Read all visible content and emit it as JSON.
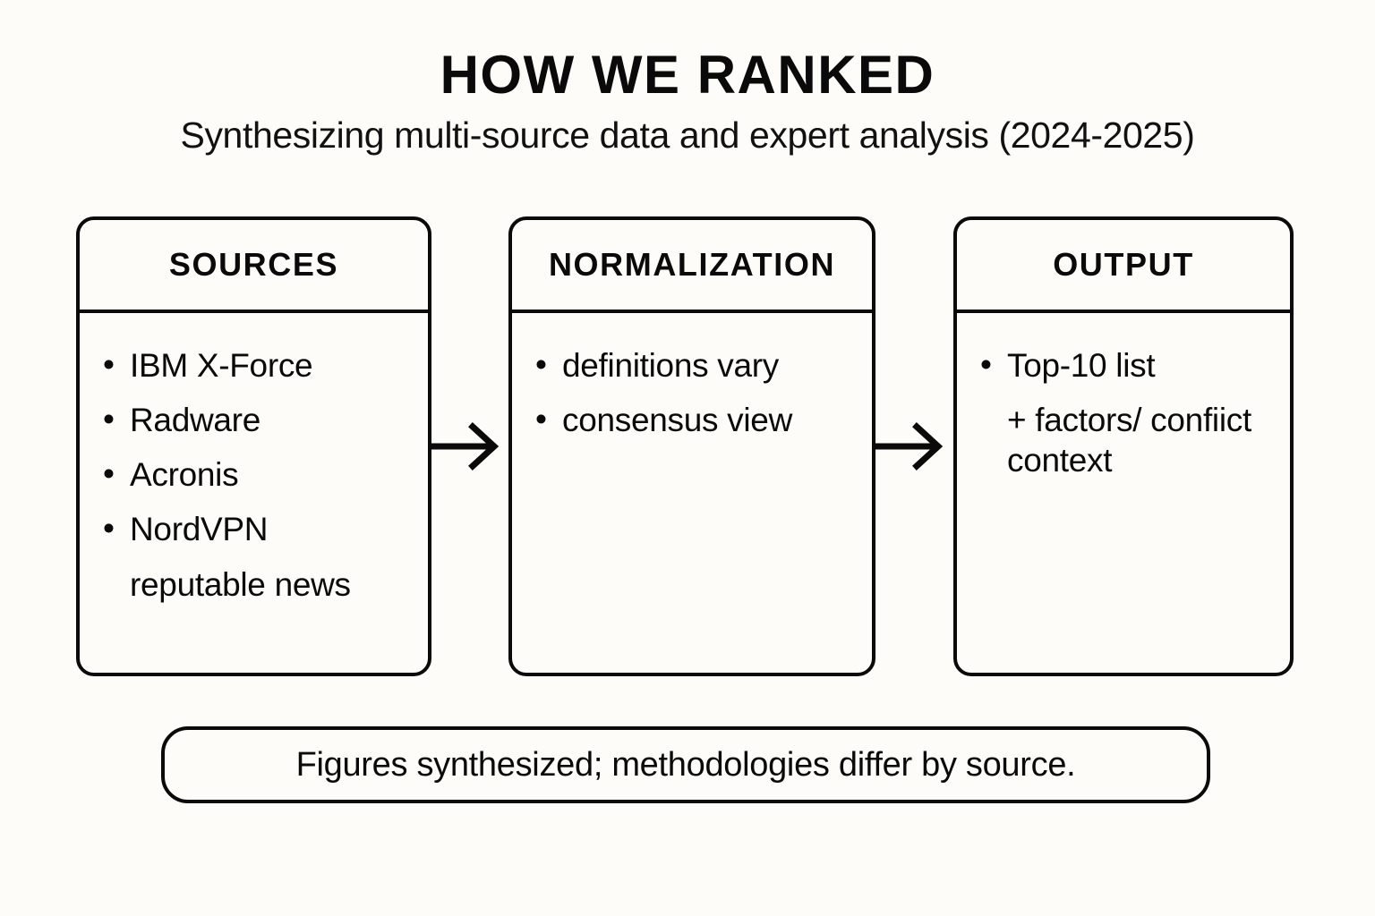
{
  "header": {
    "title": "HOW WE RANKED",
    "subtitle": "Synthesizing multi-source data and expert analysis (2024-2025)"
  },
  "flow": {
    "boxes": [
      {
        "id": "sources",
        "title": "SOURCES",
        "bullets": [
          "IBM X-Force",
          "Radware",
          "Acronis",
          "NordVPN"
        ],
        "extra_lines": [
          "reputable news"
        ]
      },
      {
        "id": "normalization",
        "title": "NORMALIZATION",
        "bullets": [
          "definitions vary",
          "consensus view"
        ],
        "extra_lines": []
      },
      {
        "id": "output",
        "title": "OUTPUT",
        "bullets": [
          "Top-10 list"
        ],
        "extra_lines": [
          "+ factors/ confiict context"
        ]
      }
    ],
    "arrows": [
      {
        "id": "arrow-sources-to-normalization",
        "name": "arrow-right-icon"
      },
      {
        "id": "arrow-normalization-to-output",
        "name": "arrow-right-icon"
      }
    ]
  },
  "footer": {
    "note": "Figures synthesized; methodologies differ by source."
  },
  "colors": {
    "background": "#FDFCF8",
    "ink": "#0A0A0A",
    "box_fill": "#FDFCF8"
  }
}
